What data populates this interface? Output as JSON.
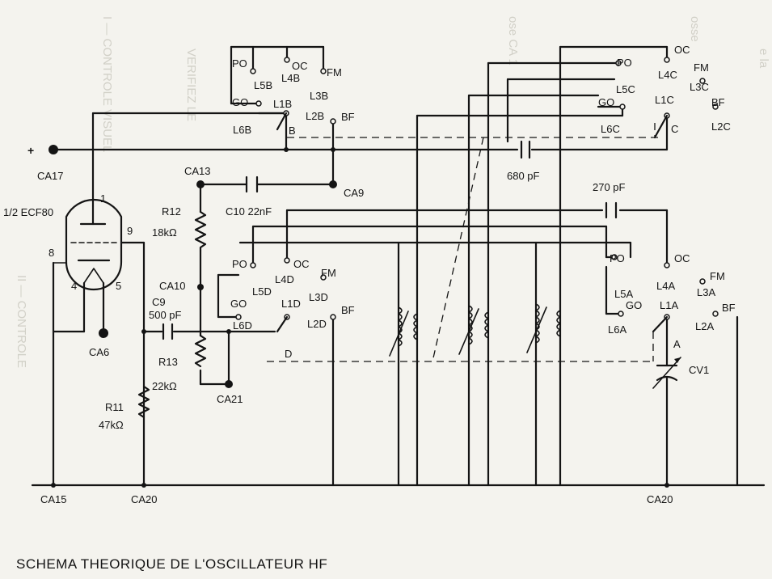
{
  "title": "SCHEMA THEORIQUE DE L'OSCILLATEUR HF",
  "tube": {
    "name": "1/2 ECF80",
    "pins": [
      "1",
      "9",
      "8",
      "4",
      "5"
    ]
  },
  "nodes": {
    "plus": "+",
    "ca17": "CA17",
    "ca13": "CA13",
    "ca9": "CA9",
    "ca10": "CA10",
    "ca6": "CA6",
    "ca21": "CA21",
    "ca15": "CA15",
    "ca20_left": "CA20",
    "ca20_right": "CA20"
  },
  "components": {
    "r12_name": "R12",
    "r12_value": "18kΩ",
    "r13_name": "R13",
    "r13_value": "22kΩ",
    "r11_name": "R11",
    "r11_value": "47kΩ",
    "c9_name": "C9",
    "c9_value": "500 pF",
    "c10": "C10  22nF",
    "c680": "680 pF",
    "c270": "270 pF",
    "cv1": "CV1"
  },
  "switch_b": {
    "po": "PO",
    "l5": "L5B",
    "oc": "OC",
    "l4": "L4B",
    "fm": "FM",
    "l3": "L3B",
    "go": "GO",
    "l6": "L6B",
    "l1": "L1B",
    "l2": "L2B",
    "bf": "BF",
    "letter": "B"
  },
  "switch_c": {
    "oc": "OC",
    "l4": "L4C",
    "po": "PO",
    "l5": "L5C",
    "fm": "FM",
    "l3": "L3C",
    "go": "GO",
    "l1": "L1C",
    "bf": "BF",
    "l6": "L6C",
    "letter": "C",
    "l2": "L2C"
  },
  "switch_d": {
    "po": "PO",
    "l5": "L5D",
    "oc": "OC",
    "l4": "L4D",
    "fm": "FM",
    "l3": "L3D",
    "go": "GO",
    "l1": "L1D",
    "bf": "BF",
    "l6": "L6D",
    "l2": "L2D",
    "letter": "D"
  },
  "switch_a": {
    "po": "PO",
    "l5": "L5A",
    "oc": "OC",
    "l4": "L4A",
    "fm": "FM",
    "l3": "L3A",
    "go": "GO",
    "l1": "L1A",
    "bf": "BF",
    "l6": "L6A",
    "l2": "L2A",
    "letter": "A"
  },
  "colors": {
    "ink": "#141414",
    "paper": "#f4f3ee",
    "bleed": "#b5b2a8"
  }
}
